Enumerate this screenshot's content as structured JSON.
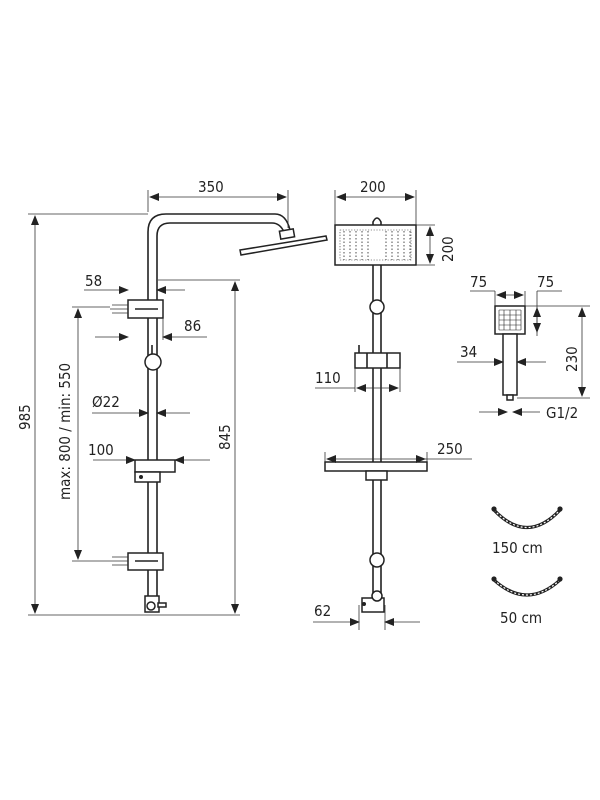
{
  "drawing": {
    "side_view": {
      "arm_reach": "350",
      "total_height": "985",
      "bar_height": "845",
      "bracket_spacing": "max: 800 / min: 550",
      "bracket_width": "58",
      "bracket_depth": "86",
      "pipe_diameter": "Ø22",
      "soap_dish_depth": "100"
    },
    "front_view": {
      "head_width": "200",
      "head_height": "200",
      "thermostat_width": "110",
      "shelf_width": "250",
      "valve_width": "62"
    },
    "hand_shower": {
      "head_width": "75",
      "head_height": "75",
      "handle_diameter": "34",
      "length": "230",
      "thread": "G1/2"
    },
    "hoses": [
      {
        "label": "150 cm"
      },
      {
        "label": "50 cm"
      }
    ],
    "line_color": "#222222"
  }
}
